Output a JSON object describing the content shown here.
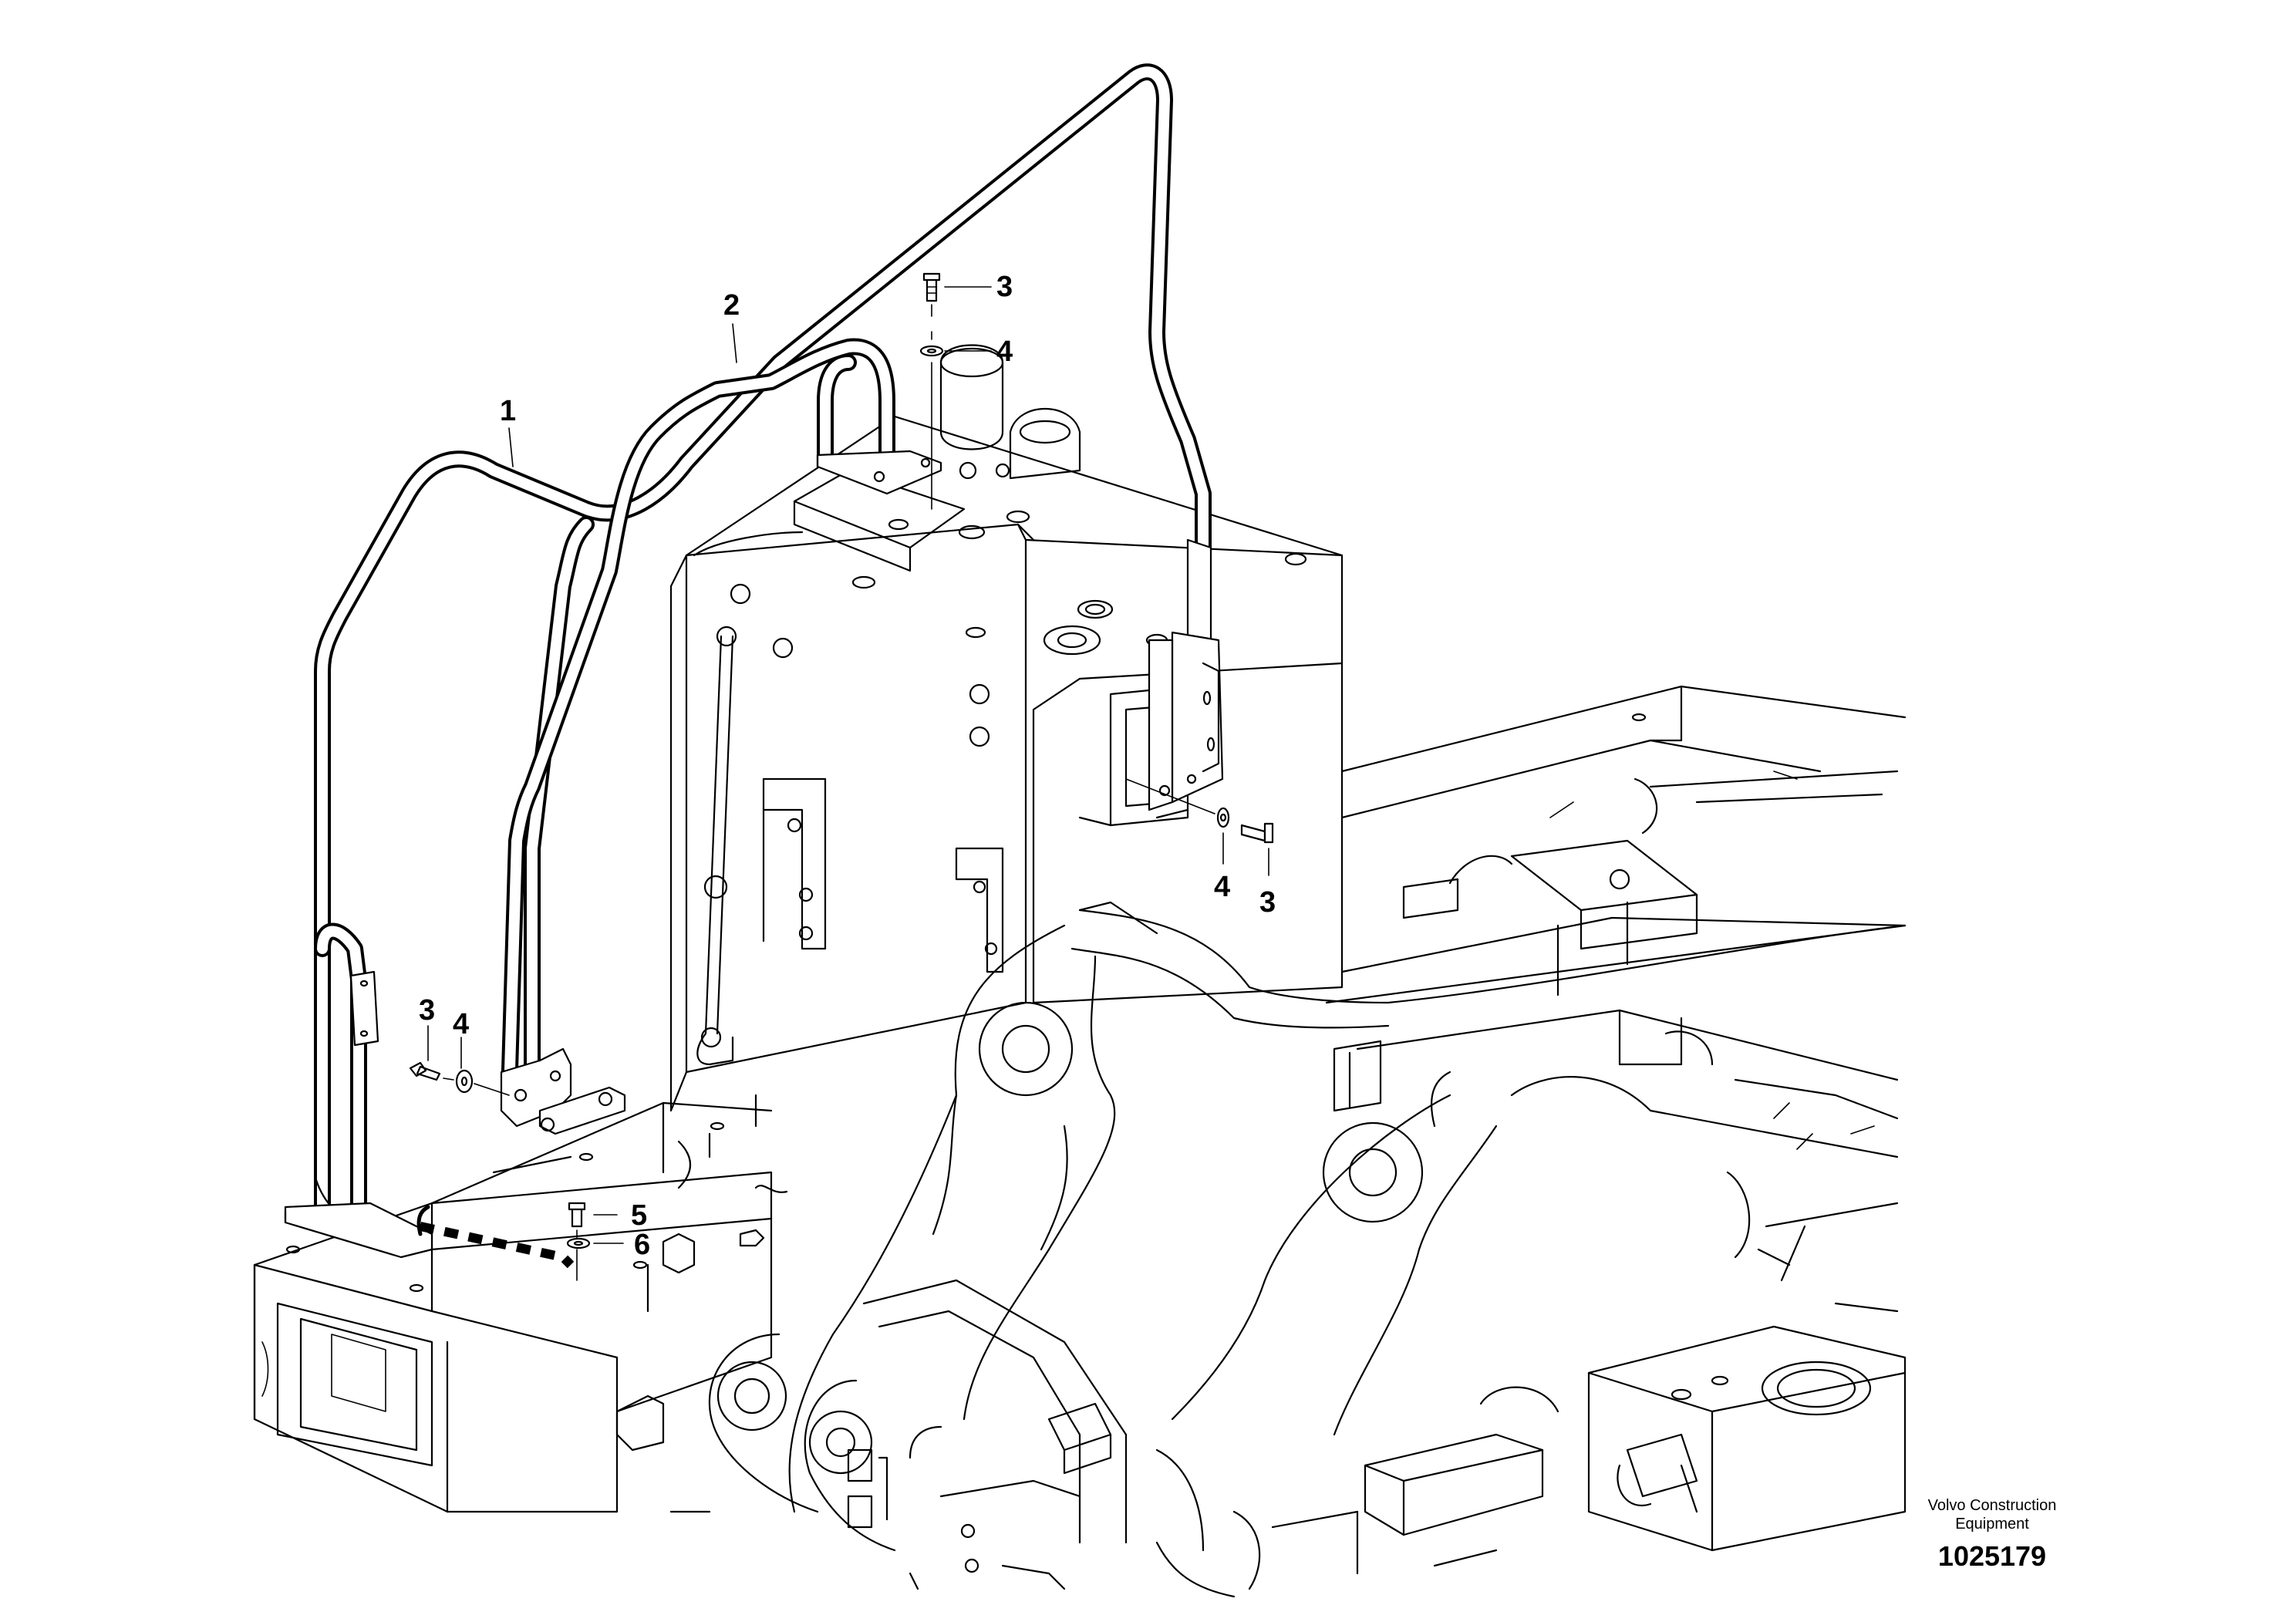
{
  "callouts": [
    {
      "id": "c2",
      "text": "2"
    },
    {
      "id": "c1",
      "text": "1"
    },
    {
      "id": "c3a",
      "text": "3"
    },
    {
      "id": "c4a",
      "text": "4"
    },
    {
      "id": "c4b",
      "text": "4"
    },
    {
      "id": "c3b",
      "text": "3"
    },
    {
      "id": "c3c",
      "text": "3"
    },
    {
      "id": "c4c",
      "text": "4"
    },
    {
      "id": "c5",
      "text": "5"
    },
    {
      "id": "c6",
      "text": "6"
    }
  ],
  "footer": {
    "brand_line1": "Volvo Construction",
    "brand_line2": "Equipment",
    "reference_number": "1025179"
  },
  "colors": {
    "line": "#000000",
    "background": "#ffffff"
  }
}
